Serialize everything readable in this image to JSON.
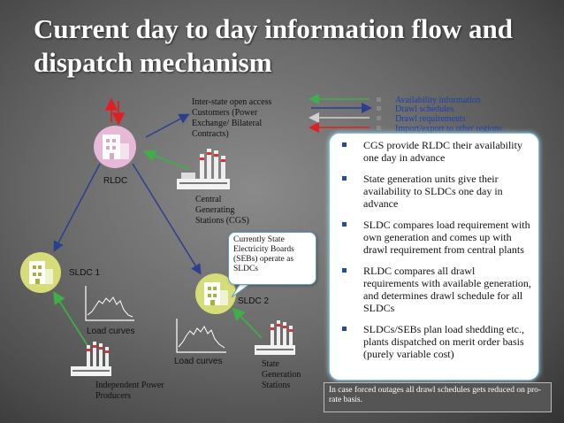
{
  "slide": {
    "title": "Current day to day information flow and dispatch mechanism"
  },
  "legend": {
    "items": [
      {
        "label": "Availability information",
        "color": "#3fae49"
      },
      {
        "label": "Drawl schedules",
        "color": "#2b3f8f"
      },
      {
        "label": "Drawl requirements",
        "color": "#cfcfcf"
      },
      {
        "label": "Import/export to other regions",
        "color": "#e02020"
      }
    ]
  },
  "diagram": {
    "interstate_label": "Inter-state open access Customers (Power Exchange/ Bilateral Contracts)",
    "interstate_lines": [
      "Inter-state open access",
      "Customers (Power",
      "Exchange/ Bilateral",
      "Contracts)"
    ],
    "rldc_label": "RLDC",
    "cgs_lines": [
      "Central",
      "Generating",
      "Stations (CGS)"
    ],
    "sldc1_label": "SLDC 1",
    "sldc2_label": "SLDC 2",
    "load_curves_1": "Load curves",
    "load_curves_2": "Load curves",
    "state_gen_lines": [
      "State",
      "Generation",
      "Stations"
    ],
    "ipp_lines": [
      "Independent Power",
      "Producers"
    ],
    "callout_lines": [
      "Currently State",
      "Electricity Boards",
      "(SEBs) operate as",
      "SLDCs"
    ]
  },
  "info": {
    "bullets": [
      "CGS provide RLDC their availability one day in advance",
      "State generation units give their availability to SLDCs one day in advance",
      "SLDC compares load requirement with own generation and comes up with drawl requirement from central plants",
      "RLDC compares all drawl requirements with available generation, and determines drawl schedule for all SLDCs",
      "SLDCs/SEBs plan load shedding etc., plants dispatched on merit order basis (purely variable cost)"
    ]
  },
  "footer": {
    "text": "In case forced outages all drawl schedules gets reduced on pro-rate basis."
  },
  "colors": {
    "green_arrow": "#3fae49",
    "blue_arrow": "#2b3f8f",
    "red_arrow": "#e02020",
    "rldc_fill": "#e8b8d8",
    "sldc_fill": "#d6dd78",
    "bullet_blue": "#1f4fa0"
  }
}
